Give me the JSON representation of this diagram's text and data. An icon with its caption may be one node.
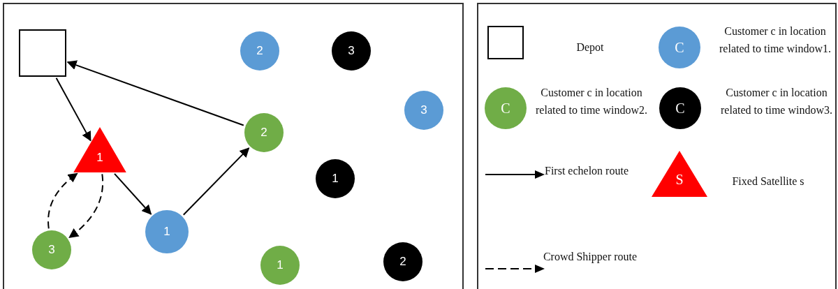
{
  "diagram": {
    "nodes": [
      {
        "text": [],
        "shape": "box"
      },
      {
        "text": [
          "2"
        ]
      },
      {
        "text": [
          "3"
        ]
      },
      {
        "text": [
          "3"
        ]
      },
      {
        "text": [
          "1"
        ]
      },
      {
        "text": [
          "2"
        ]
      },
      {
        "text": [
          "1"
        ]
      },
      {
        "text": [
          "3"
        ]
      },
      {
        "text": [
          "1"
        ]
      },
      {
        "text": [
          "1"
        ]
      },
      {
        "text": [
          "2"
        ]
      }
    ],
    "edges": [
      {
        "from": 0,
        "to": 4,
        "arrow": "to"
      },
      {
        "from": 4,
        "to": 8,
        "arrow": "to"
      },
      {
        "from": 8,
        "to": 5,
        "arrow": "to"
      },
      {
        "from": 5,
        "to": 0,
        "arrow": "to"
      },
      {
        "from": 4,
        "to": 7,
        "arrow": "to",
        "style": "dashed"
      },
      {
        "from": 7,
        "to": 4,
        "arrow": "to",
        "style": "dashed"
      }
    ],
    "labels": [
      "C",
      "C",
      "C",
      "S"
    ],
    "legend": [
      {
        "text": "Depot"
      },
      {
        "text": "Customer c in location related to time window1.",
        "color": "#5b9bd5"
      },
      {
        "text": "Customer c in location related to time window2.",
        "color": "#70ad47"
      },
      {
        "text": "Customer c in location related to time window3.",
        "color": "#000000"
      },
      {
        "text": "First echelon route"
      },
      {
        "text": "Fixed Satellite s",
        "color": "#ff0000"
      },
      {
        "text": "Crowd Shipper route"
      }
    ]
  }
}
